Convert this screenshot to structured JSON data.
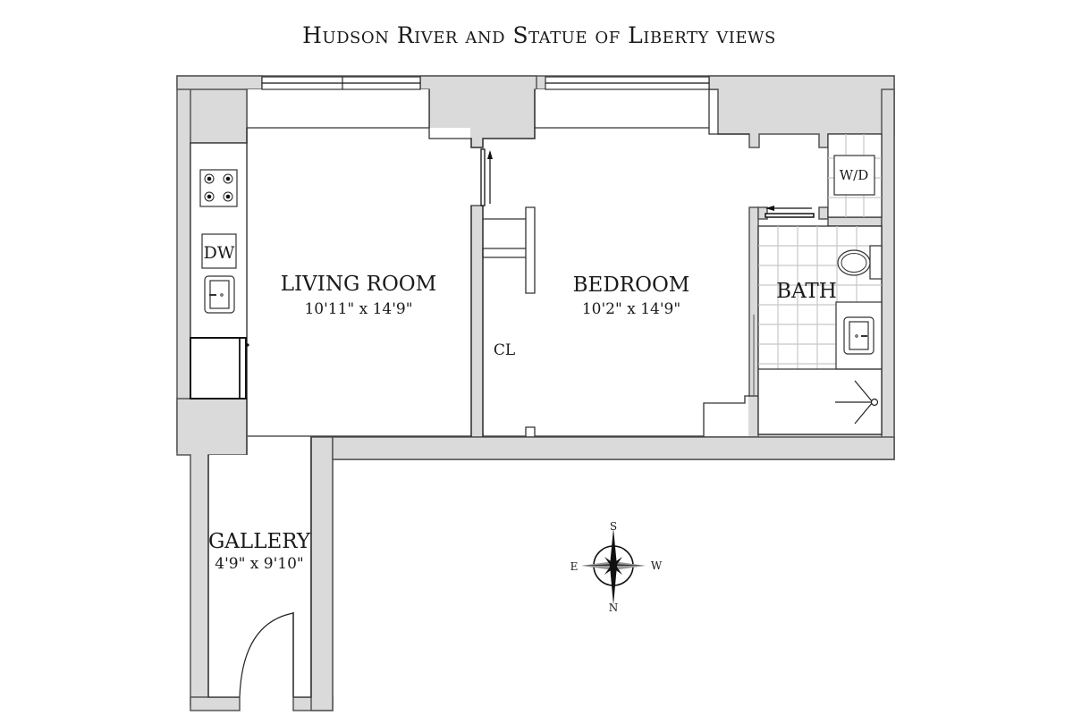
{
  "title": "Hudson River and Statue of Liberty views",
  "rooms": {
    "living_room": {
      "name": "LIVING ROOM",
      "dimensions": "10'11\" x 14'9\""
    },
    "bedroom": {
      "name": "BEDROOM",
      "dimensions": "10'2\" x 14'9\""
    },
    "bath": {
      "name": "BATH"
    },
    "gallery": {
      "name": "GALLERY",
      "dimensions": "4'9\" x 9'10\""
    },
    "closet": {
      "name": "CL"
    }
  },
  "appliances": {
    "dishwasher": "DW",
    "washer_dryer": "W/D"
  },
  "compass": {
    "top": "S",
    "bottom": "N",
    "left": "E",
    "right": "W"
  },
  "colors": {
    "wall_fill": "#dadada",
    "wall_stroke": "#555555",
    "tile_line": "#c8c8c8",
    "text": "#1a1a1a"
  }
}
